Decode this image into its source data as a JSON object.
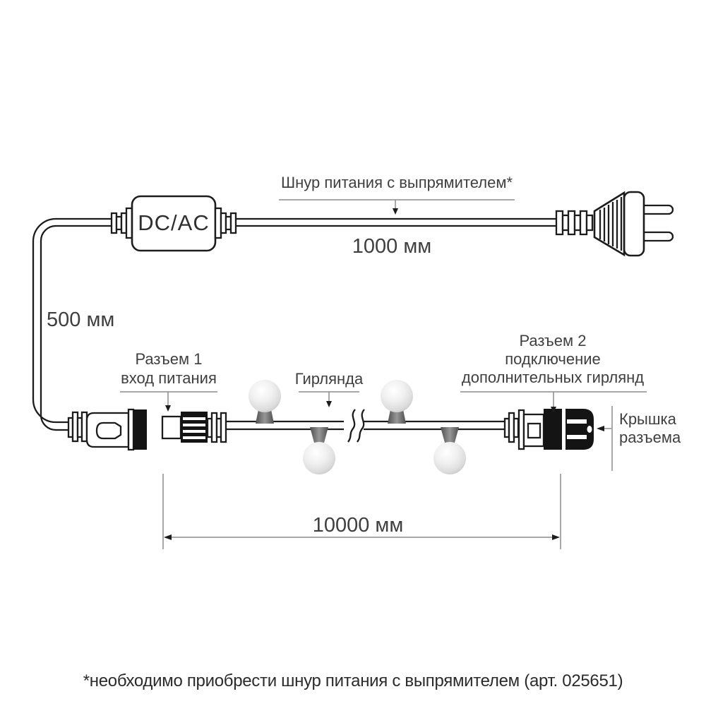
{
  "colors": {
    "background": "#ffffff",
    "line": "#1c1c1c",
    "annotation": "#8c8c8c",
    "text": "#3f3f3f",
    "footnote_text": "#2b2b2b",
    "connector_black": "#141414",
    "bulb_light": "#ffffff",
    "bulb_dark": "#c3c3c3",
    "socket_dark": "#4f4f4f",
    "socket_light": "#979797"
  },
  "adapter": {
    "label": "DC/AC"
  },
  "power_cord": {
    "label": "Шнур питания с выпрямителем*",
    "length": "1000 мм"
  },
  "input_cable": {
    "length": "500 мм"
  },
  "connector1": {
    "line1": "Разъем 1",
    "line2": "вход питания"
  },
  "garland": {
    "label": "Гирлянда",
    "length": "10000 мм"
  },
  "connector2": {
    "line1": "Разъем 2",
    "line2": "подключение",
    "line3": "дополнительных гирлянд"
  },
  "cap": {
    "line1": "Крышка",
    "line2": "разъема"
  },
  "footnote": "*необходимо приобрести шнур питания с выпрямителем (арт. 025651)"
}
